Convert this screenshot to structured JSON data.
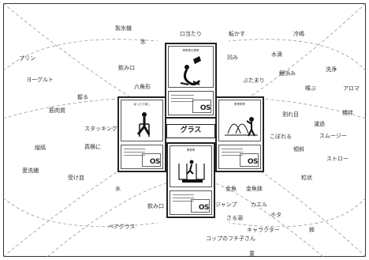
{
  "center_label": "グラス",
  "words": [
    {
      "key": "w1",
      "text": "製氷機"
    },
    {
      "key": "w2",
      "text": "氷"
    },
    {
      "key": "w3",
      "text": "口当たり"
    },
    {
      "key": "w4",
      "text": "転かす"
    },
    {
      "key": "w5",
      "text": "冷嶋"
    },
    {
      "key": "w6",
      "text": "プリン"
    },
    {
      "key": "w7",
      "text": "飲み口"
    },
    {
      "key": "w8",
      "text": "凹み"
    },
    {
      "key": "w9",
      "text": "水滴"
    },
    {
      "key": "w10",
      "text": "ヨーグルト"
    },
    {
      "key": "w11",
      "text": "六角形"
    },
    {
      "key": "w12",
      "text": "ぶたまり"
    },
    {
      "key": "w13",
      "text": "鯉浜み"
    },
    {
      "key": "w14",
      "text": "洗浄"
    },
    {
      "key": "w15",
      "text": "喉ぶ"
    },
    {
      "key": "w16",
      "text": "アロマ"
    },
    {
      "key": "w17",
      "text": "握る"
    },
    {
      "key": "w18",
      "text": "筋肉質"
    },
    {
      "key": "w19",
      "text": "割れ目"
    },
    {
      "key": "w20",
      "text": "攪拌"
    },
    {
      "key": "w21",
      "text": "濾過"
    },
    {
      "key": "w22",
      "text": "スタッキング"
    },
    {
      "key": "w23",
      "text": "こぼれる"
    },
    {
      "key": "w24",
      "text": "スムージー"
    },
    {
      "key": "w25",
      "text": "縦縞"
    },
    {
      "key": "w26",
      "text": "真横に"
    },
    {
      "key": "w27",
      "text": "傾斜"
    },
    {
      "key": "w28",
      "text": "ストロー"
    },
    {
      "key": "w29",
      "text": "愛洗鋪"
    },
    {
      "key": "w30",
      "text": "受け皿"
    },
    {
      "key": "w31",
      "text": "粒状"
    },
    {
      "key": "w32",
      "text": "水"
    },
    {
      "key": "w33",
      "text": "金魚"
    },
    {
      "key": "w34",
      "text": "金魚鉢"
    },
    {
      "key": "w35",
      "text": "飲み口"
    },
    {
      "key": "w36",
      "text": "ジャンプ"
    },
    {
      "key": "w37",
      "text": "カエル"
    },
    {
      "key": "w38",
      "text": "さる溺"
    },
    {
      "key": "w39",
      "text": "ホタ"
    },
    {
      "key": "w40",
      "text": "ペアグラス"
    },
    {
      "key": "w41",
      "text": "キャラクター"
    },
    {
      "key": "w42",
      "text": "鉾"
    },
    {
      "key": "w43",
      "text": "コップのフチ子さん"
    },
    {
      "key": "w44",
      "text": "童"
    }
  ],
  "cards": [
    {
      "key": "top",
      "title": "寄寄寄の寄寄",
      "os": "OS"
    },
    {
      "key": "left",
      "title": "ぼったり倒し",
      "os": "OS"
    },
    {
      "key": "right",
      "title": "寄寄寄寄",
      "os": "OS"
    },
    {
      "key": "bottom",
      "title": "寄寄寄",
      "os": "OS"
    }
  ]
}
